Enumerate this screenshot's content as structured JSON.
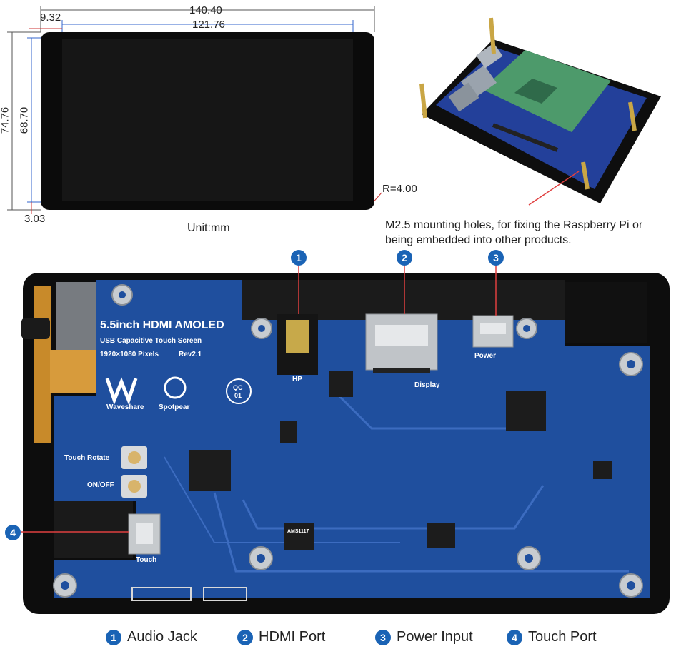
{
  "dimensions": {
    "overall_width": "140.40",
    "active_width": "121.76",
    "side_margin": "9.32",
    "overall_height": "74.76",
    "active_height": "68.70",
    "bottom_margin": "3.03",
    "corner_radius": "R=4.00",
    "unit": "Unit:mm"
  },
  "mounting_caption": {
    "line1": "M2.5 mounting holes, for fixing the Raspberry Pi or",
    "line2": "being embedded into other products."
  },
  "board": {
    "title": "5.5inch HDMI AMOLED",
    "subtitle": "USB Capacitive Touch Screen",
    "resolution": "1920×1080 Pixels",
    "revision": "Rev2.1",
    "brand1": "Waveshare",
    "brand2": "Spotpear",
    "qc_line1": "QC",
    "qc_line2": "01",
    "hp_label": "HP",
    "display_label": "Display",
    "power_label": "Power",
    "touch_label": "Touch",
    "touch_rotate_label": "Touch Rotate",
    "onoff_label": "ON/OFF",
    "chip_label": "AMS1117"
  },
  "callouts": [
    {
      "number": "1",
      "label": "Audio Jack"
    },
    {
      "number": "2",
      "label": "HDMI Port"
    },
    {
      "number": "3",
      "label": "Power Input"
    },
    {
      "number": "4",
      "label": "Touch Port"
    }
  ],
  "colors": {
    "pcb_blue": "#1f4f9e",
    "badge_blue": "#1a63b5",
    "screen_black": "#0b0b0b",
    "pcb_green": "#4d9a6b"
  }
}
